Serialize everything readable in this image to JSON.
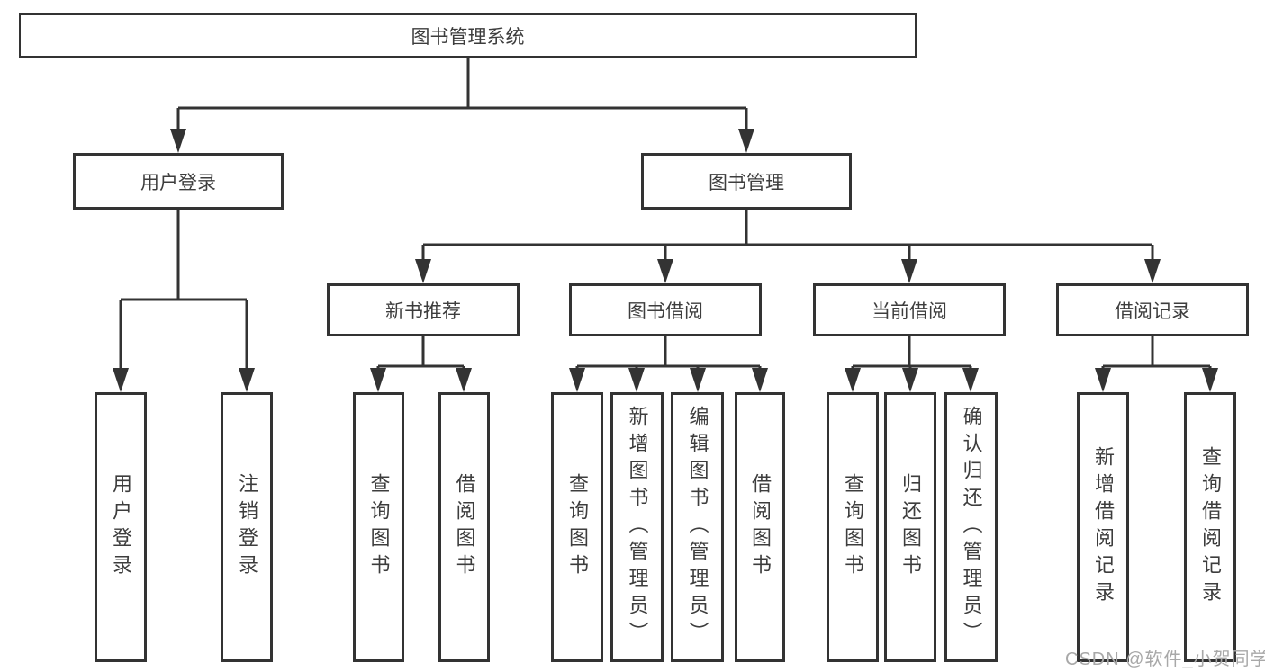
{
  "diagram": {
    "title": "图书管理系统",
    "root": "图书管理系统",
    "level2": {
      "user_login": "用户登录",
      "book_mgmt": "图书管理"
    },
    "level3": {
      "new_books": "新书推荐",
      "borrow": "图书借阅",
      "current": "当前借阅",
      "records": "借阅记录"
    },
    "leaves": {
      "user_login_1": "用户登录",
      "user_login_2": "注销登录",
      "new_books_1": "查询图书",
      "new_books_2": "借阅图书",
      "borrow_1": "查询图书",
      "borrow_2": "新增图书（管理员）",
      "borrow_3": "编辑图书（管理员）",
      "borrow_4": "借阅图书",
      "current_1": "查询图书",
      "current_2": "归还图书",
      "current_3": "确认归还（管理员）",
      "records_1": "新增借阅记录",
      "records_2": "查询借阅记录"
    }
  },
  "watermark": "CSDN @软件_小贺同学",
  "colors": {
    "line": "#333333",
    "text": "#3d3d3d",
    "watermark": "#a8a8a8"
  }
}
